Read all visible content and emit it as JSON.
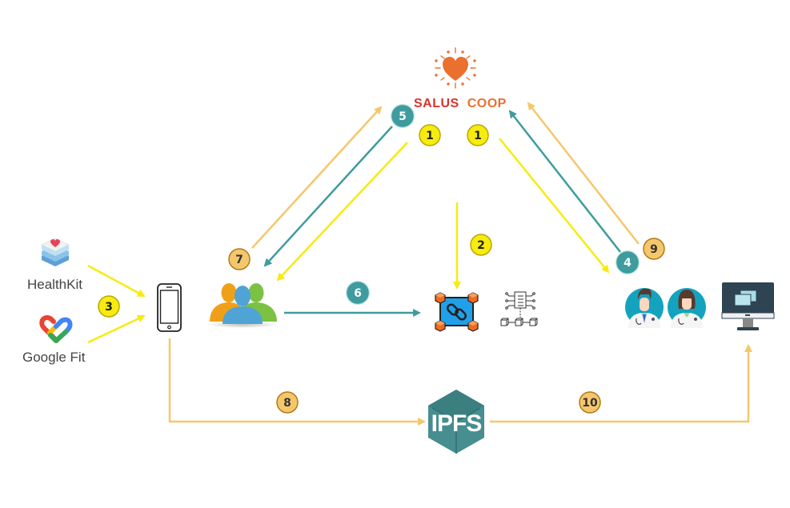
{
  "title": "Salus Coop data flow diagram",
  "colors": {
    "yellow": "#F7EB0F",
    "teal": "#3E9C9E",
    "orange": "#F5C76C",
    "salus_red": "#D9342B",
    "salus_orange": "#EA7030"
  },
  "nodes": {
    "salus_coop": {
      "label_part1": "SALUS",
      "label_part2": "COOP"
    },
    "healthkit": {
      "label": "HealthKit"
    },
    "google_fit": {
      "label": "Google Fit"
    },
    "smartphone": {
      "label": ""
    },
    "users_group": {
      "label": ""
    },
    "blockchain": {
      "label": ""
    },
    "smart_contract": {
      "label": ""
    },
    "doctors": {
      "label": ""
    },
    "computer": {
      "label": ""
    },
    "ipfs": {
      "label": "IPFS"
    }
  },
  "badges": [
    {
      "id": "badge-1-left",
      "text": "1",
      "style": "yellow"
    },
    {
      "id": "badge-1-right",
      "text": "1",
      "style": "yellow"
    },
    {
      "id": "badge-2",
      "text": "2",
      "style": "yellow"
    },
    {
      "id": "badge-3",
      "text": "3",
      "style": "yellow"
    },
    {
      "id": "badge-4",
      "text": "4",
      "style": "teal"
    },
    {
      "id": "badge-5",
      "text": "5",
      "style": "teal"
    },
    {
      "id": "badge-6",
      "text": "6",
      "style": "teal"
    },
    {
      "id": "badge-7",
      "text": "7",
      "style": "orange"
    },
    {
      "id": "badge-8",
      "text": "8",
      "style": "orange"
    },
    {
      "id": "badge-9",
      "text": "9",
      "style": "orange"
    },
    {
      "id": "badge-10",
      "text": "10",
      "style": "orange"
    }
  ],
  "edges": [
    {
      "from": "healthkit",
      "to": "smartphone",
      "step": "3",
      "color": "yellow"
    },
    {
      "from": "google_fit",
      "to": "smartphone",
      "step": "3",
      "color": "yellow"
    },
    {
      "from": "salus_coop",
      "to": "users_group",
      "step": "1",
      "color": "yellow"
    },
    {
      "from": "salus_coop",
      "to": "doctors",
      "step": "1",
      "color": "yellow"
    },
    {
      "from": "salus_coop",
      "to": "blockchain",
      "step": "2",
      "color": "yellow"
    },
    {
      "from": "doctors",
      "to": "salus_coop",
      "step": "4",
      "color": "teal"
    },
    {
      "from": "salus_coop",
      "to": "users_group",
      "step": "5",
      "color": "teal"
    },
    {
      "from": "users_group",
      "to": "blockchain",
      "step": "6",
      "color": "teal"
    },
    {
      "from": "users_group",
      "to": "salus_coop",
      "step": "7",
      "color": "orange"
    },
    {
      "from": "smartphone",
      "to": "ipfs",
      "step": "8",
      "color": "orange"
    },
    {
      "from": "doctors",
      "to": "salus_coop",
      "step": "9",
      "color": "orange"
    },
    {
      "from": "ipfs",
      "to": "computer",
      "step": "10",
      "color": "orange"
    }
  ]
}
